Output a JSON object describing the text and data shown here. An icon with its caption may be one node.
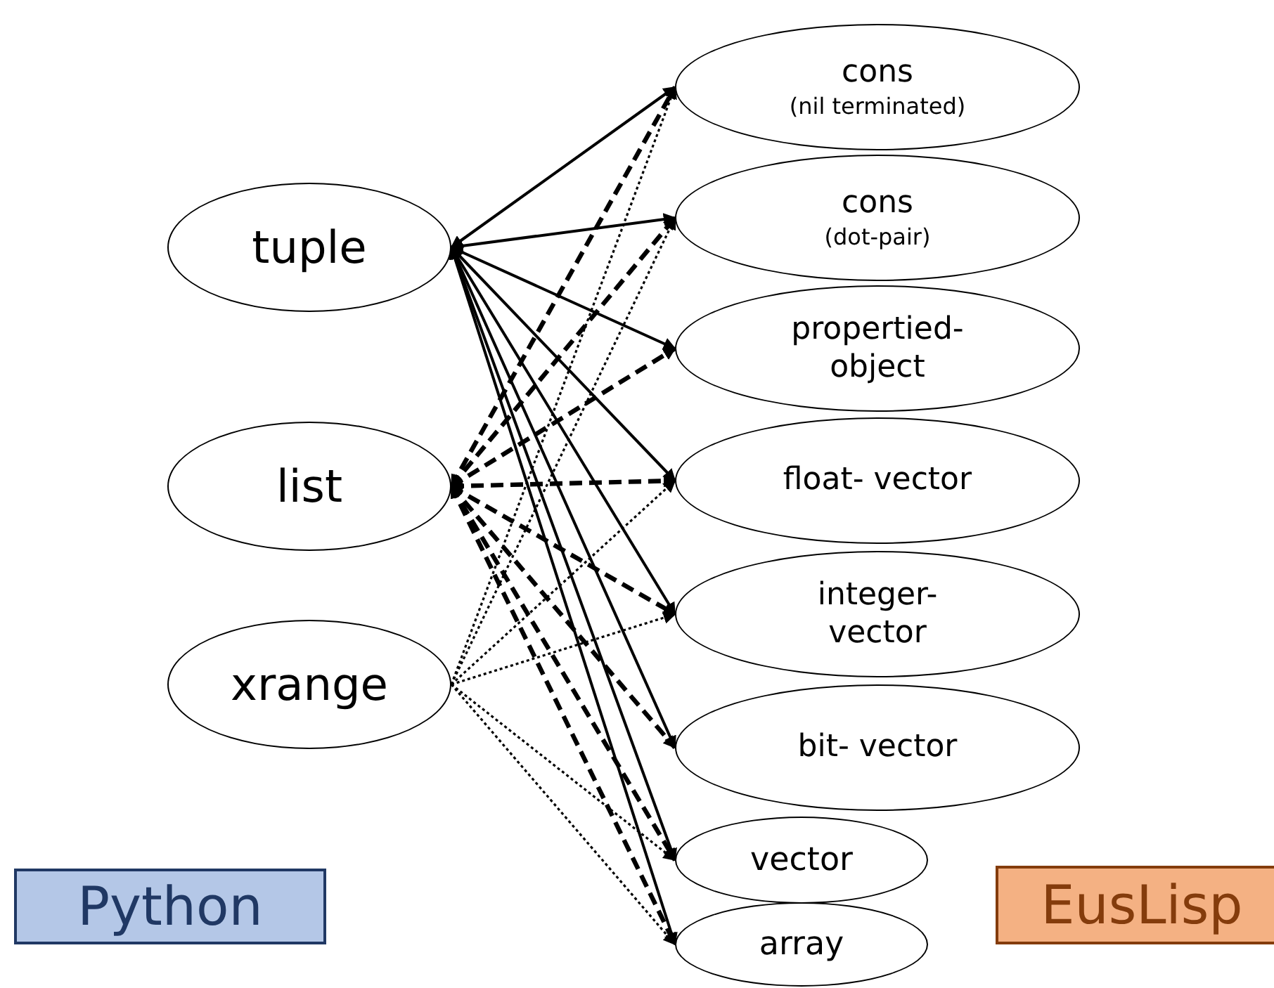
{
  "diagram": {
    "nodes": [
      {
        "text": [
          "tuple"
        ]
      },
      {
        "text": [
          "list"
        ]
      },
      {
        "text": [
          "xrange"
        ]
      },
      {
        "text": [
          "cons",
          "(nil terminated)"
        ]
      },
      {
        "text": [
          "cons",
          "(dot-pair)"
        ]
      },
      {
        "text": [
          "propertied- object"
        ]
      },
      {
        "text": [
          "float- vector"
        ]
      },
      {
        "text": [
          "integer- vector"
        ]
      },
      {
        "text": [
          "bit- vector"
        ]
      },
      {
        "text": [
          "vector"
        ]
      },
      {
        "text": [
          "array"
        ]
      },
      {
        "text": [
          "Python"
        ]
      },
      {
        "text": [
          "EusLisp"
        ]
      }
    ],
    "edges": [
      {
        "from": 0,
        "to": 3,
        "arrow": "both"
      },
      {
        "from": 0,
        "to": 4,
        "arrow": "both"
      },
      {
        "from": 0,
        "to": 5,
        "arrow": "both"
      },
      {
        "from": 0,
        "to": 6,
        "arrow": "both"
      },
      {
        "from": 0,
        "to": 7,
        "arrow": "both"
      },
      {
        "from": 0,
        "to": 8,
        "arrow": "both"
      },
      {
        "from": 0,
        "to": 9,
        "arrow": "both"
      },
      {
        "from": 0,
        "to": 10,
        "arrow": "both"
      },
      {
        "from": 1,
        "to": 3,
        "arrow": "both",
        "style": "dashed"
      },
      {
        "from": 1,
        "to": 4,
        "arrow": "both",
        "style": "dashed"
      },
      {
        "from": 1,
        "to": 5,
        "arrow": "both",
        "style": "dashed"
      },
      {
        "from": 1,
        "to": 6,
        "arrow": "both",
        "style": "dashed"
      },
      {
        "from": 1,
        "to": 7,
        "arrow": "both",
        "style": "dashed"
      },
      {
        "from": 1,
        "to": 8,
        "arrow": "both",
        "style": "dashed"
      },
      {
        "from": 1,
        "to": 9,
        "arrow": "both",
        "style": "dashed"
      },
      {
        "from": 1,
        "to": 10,
        "arrow": "both",
        "style": "dashed"
      },
      {
        "from": 2,
        "to": 3,
        "arrow": "to",
        "style": "dashed"
      },
      {
        "from": 2,
        "to": 4,
        "arrow": "to",
        "style": "dashed"
      },
      {
        "from": 2,
        "to": 6,
        "arrow": "to",
        "style": "dashed"
      },
      {
        "from": 2,
        "to": 7,
        "arrow": "to",
        "style": "dashed"
      },
      {
        "from": 2,
        "to": 9,
        "arrow": "to",
        "style": "dashed"
      },
      {
        "from": 2,
        "to": 10,
        "arrow": "to",
        "style": "dashed"
      }
    ]
  }
}
